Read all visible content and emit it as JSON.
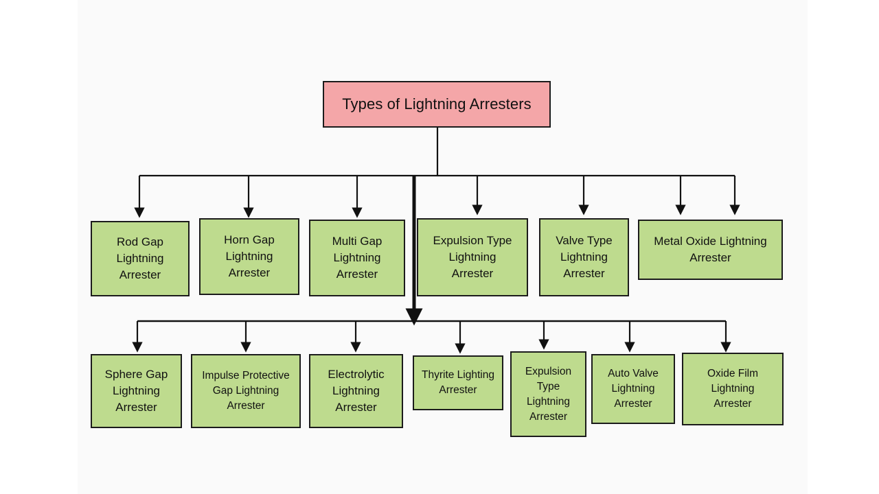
{
  "diagram": {
    "type": "tree-hierarchy",
    "title": "Types of Lightning Arresters",
    "colors": {
      "root_fill": "#f4a6a8",
      "node_fill": "#bedb8e",
      "stroke": "#1b1b1b",
      "panel_background": "#fafafa",
      "page_background": "#ffffff",
      "text": "#111111"
    },
    "root": {
      "label": "Types of Lightning Arresters"
    },
    "level_one": [
      {
        "label": "Rod Gap\nLightning\nArrester"
      },
      {
        "label": "Horn Gap\nLightning\nArrester"
      },
      {
        "label": "Multi Gap\nLightning\nArrester"
      },
      {
        "label": "Expulsion Type\nLightning\nArrester"
      },
      {
        "label": "Valve Type\nLightning\nArrester"
      },
      {
        "label": "Metal Oxide Lightning\nArrester"
      }
    ],
    "level_two": [
      {
        "label": "Sphere Gap\nLightning\nArrester"
      },
      {
        "label": "Impulse Protective\nGap Lightning\nArrester"
      },
      {
        "label": "Electrolytic\nLightning\nArrester"
      },
      {
        "label": "Thyrite Lighting\nArrester"
      },
      {
        "label": "Expulsion\nType\nLightning\nArrester"
      },
      {
        "label": "Auto Valve\nLightning\nArrester"
      },
      {
        "label": "Oxide Film\nLightning\nArrester"
      }
    ]
  }
}
